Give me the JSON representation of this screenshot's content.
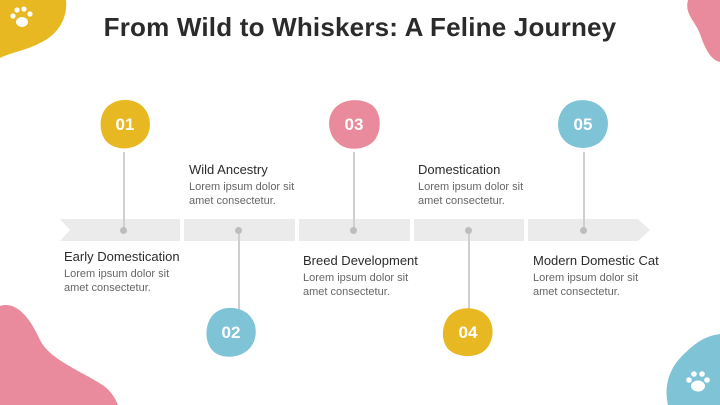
{
  "title": "From Wild to Whiskers: A Feline Journey",
  "colors": {
    "yellow": "#e8b823",
    "pink": "#e98b9c",
    "blue": "#7ec3d6",
    "band": "#ebebeb",
    "stem": "#cfcfcf"
  },
  "steps": [
    {
      "number": "01",
      "title": "Early Domestication",
      "line1": "Lorem ipsum dolor sit",
      "line2": "amet consectetur."
    },
    {
      "number": "02",
      "title": "Wild Ancestry",
      "line1": "Lorem ipsum dolor sit",
      "line2": "amet consectetur."
    },
    {
      "number": "03",
      "title": "Breed Development",
      "line1": "Lorem ipsum dolor sit",
      "line2": "amet consectetur."
    },
    {
      "number": "04",
      "title": "Domestication",
      "line1": "Lorem ipsum dolor sit",
      "line2": "amet consectetur."
    },
    {
      "number": "05",
      "title": "Modern Domestic Cat",
      "line1": "Lorem ipsum dolor sit",
      "line2": "amet consectetur."
    }
  ],
  "icons": {
    "top_left": "paw-print-icon",
    "bottom_right": "paw-print-icon"
  }
}
